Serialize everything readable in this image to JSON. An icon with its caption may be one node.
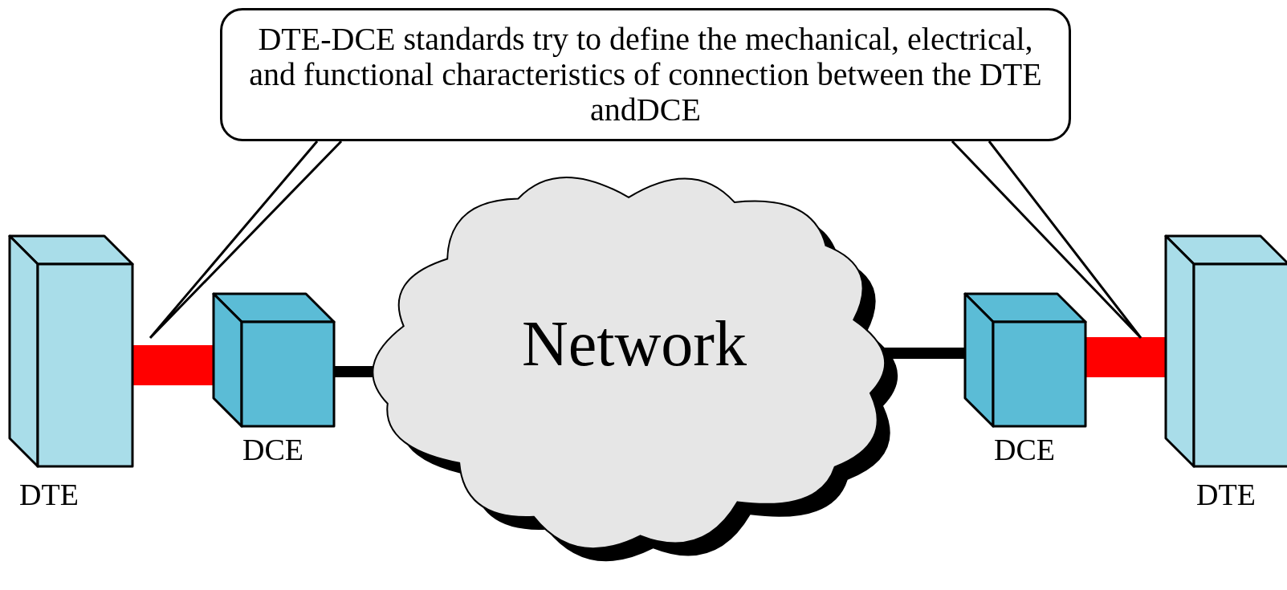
{
  "diagram": {
    "nodes": [
      {
        "text": [
          "DTE-DCE standards try to define the mechanical, electrical, and functional characteristics of connection between the DTE andDCE"
        ]
      },
      {
        "text": [
          "DTE"
        ]
      },
      {
        "text": [
          "DCE"
        ]
      },
      {
        "text": [
          "Network"
        ]
      },
      {
        "text": [
          "DCE"
        ]
      },
      {
        "text": [
          "DTE"
        ]
      }
    ],
    "edges": [
      {
        "from": 1,
        "to": 2,
        "arrow": "none",
        "style": "thick",
        "color": "#ff0000"
      },
      {
        "from": 2,
        "to": 3,
        "arrow": "none",
        "color": "#000000"
      },
      {
        "from": 3,
        "to": 4,
        "arrow": "none",
        "color": "#000000"
      },
      {
        "from": 4,
        "to": 5,
        "arrow": "none",
        "style": "thick",
        "color": "#ff0000"
      },
      {
        "from": 0,
        "to": null,
        "arrow": "none"
      },
      {
        "from": 0,
        "to": null,
        "arrow": "none"
      }
    ]
  }
}
